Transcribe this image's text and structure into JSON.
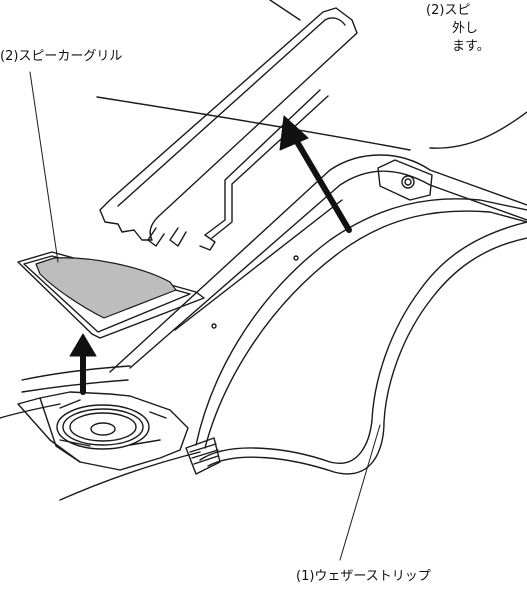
{
  "labels": {
    "speaker_grille": "(2)スピーカーグリル",
    "weather_strip": "(1)ウェザーストリップ"
  },
  "note_lines": [
    "(2)スピ",
    "外し",
    "ます。"
  ],
  "colors": {
    "line": "#1a1a1a",
    "grille_mesh": "#bdbdbd",
    "arrow": "#111111",
    "background": "#ffffff"
  }
}
